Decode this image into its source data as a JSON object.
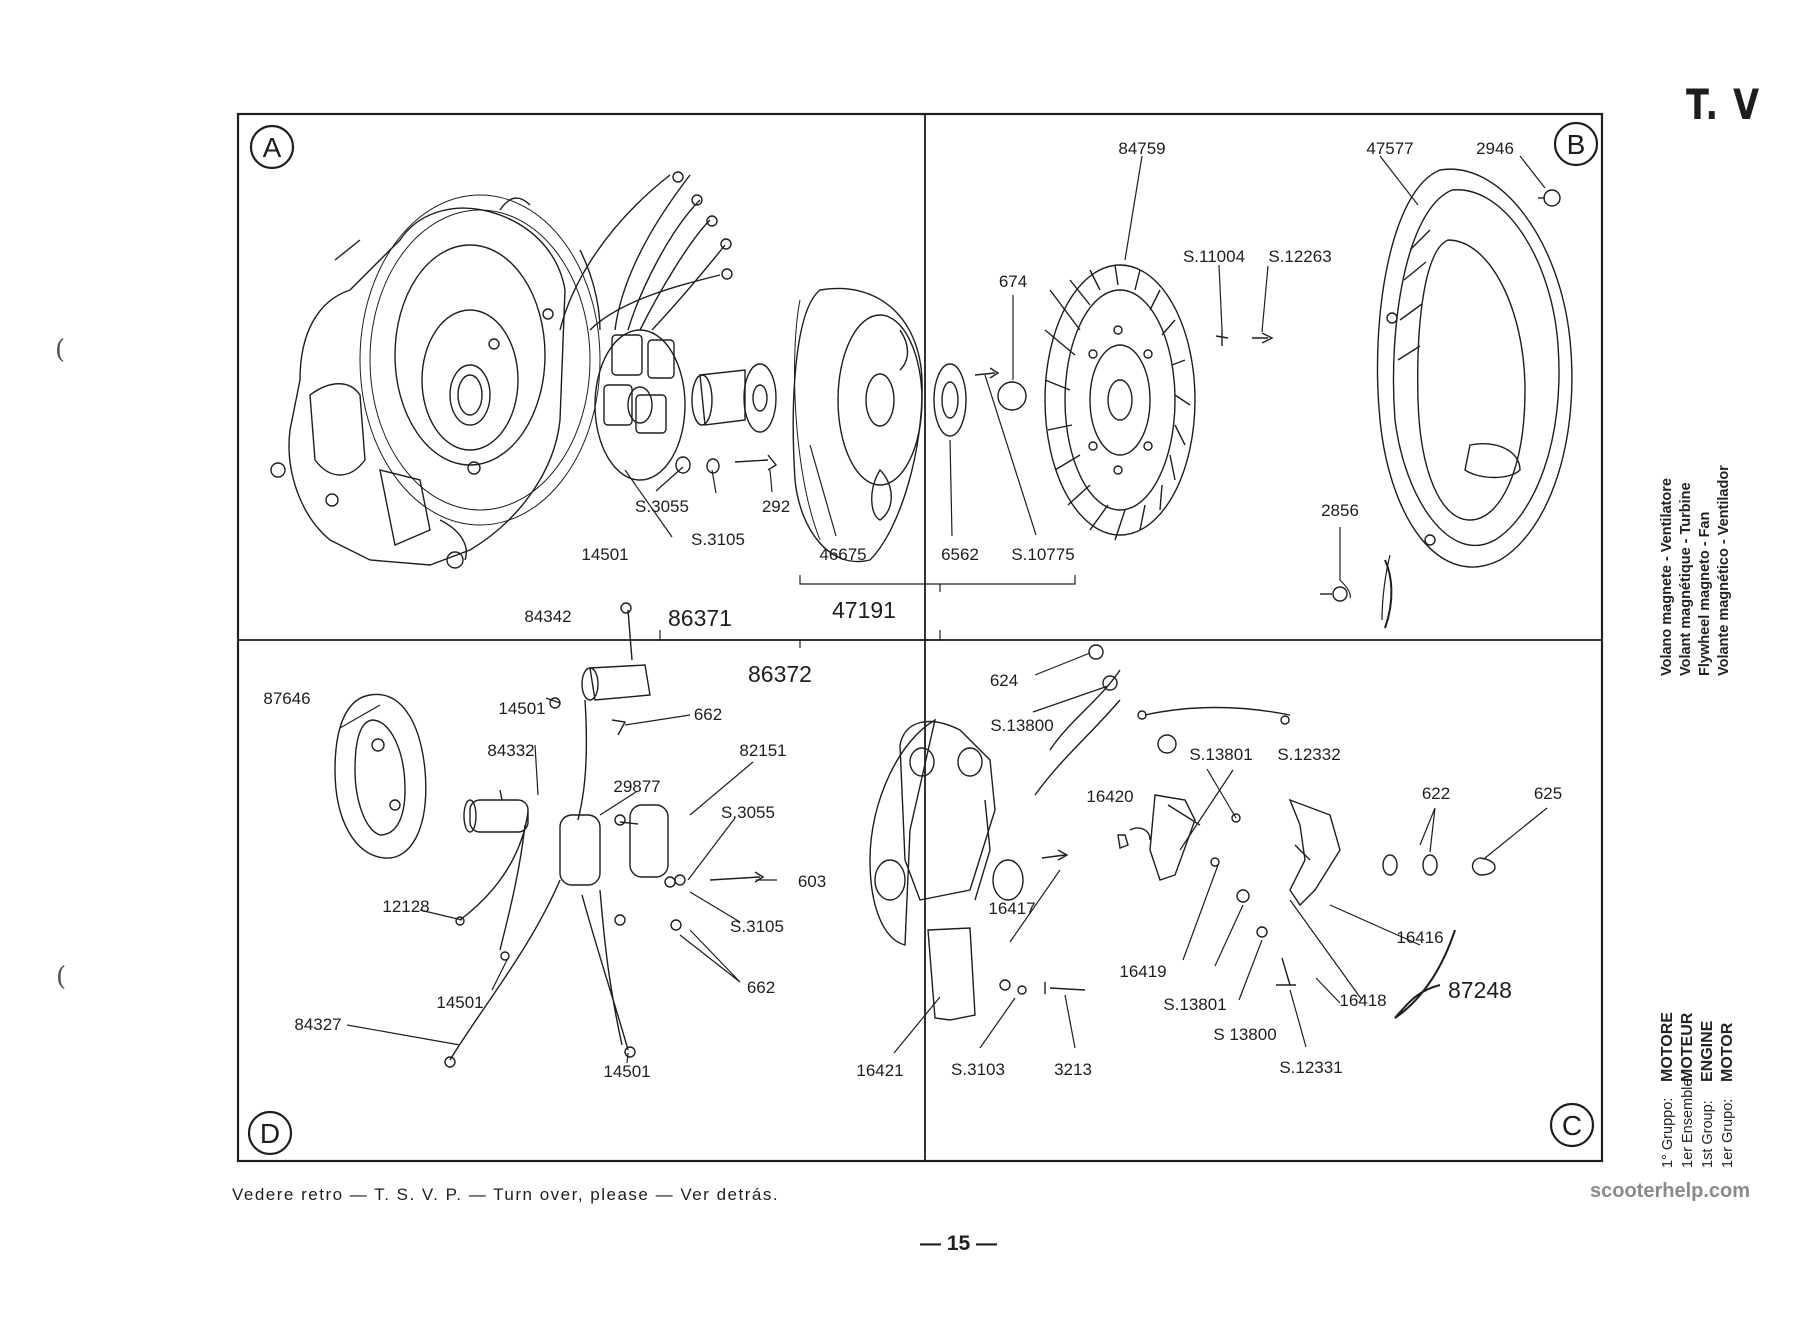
{
  "page": {
    "id": "T. V",
    "footer_note": "Vedere retro — T. S. V. P. — Turn over, please — Ver detrás.",
    "page_number": "— 15 —",
    "watermark": "scooterhelp.com"
  },
  "sidebar": {
    "title_lines": [
      "Volano magnete - Ventilatore",
      "Volant magnétique - Turbine",
      "Flywheel magneto - Fan",
      "Volante magnético - Ventilador"
    ],
    "group": [
      {
        "label": "1° Gruppo:",
        "value": "MOTORE"
      },
      {
        "label": "1er Ensemble:",
        "value": "MOTEUR"
      },
      {
        "label": "1st Group:",
        "value": "ENGINE"
      },
      {
        "label": "1er Grupo:",
        "value": "MOTOR"
      }
    ]
  },
  "quadrants": {
    "A": "A",
    "B": "B",
    "C": "C",
    "D": "D"
  },
  "labels": {
    "p84759": "84759",
    "p47577": "47577",
    "p2946": "2946",
    "pS11004": "S.11004",
    "pS12263": "S.12263",
    "p674": "674",
    "pS3055a": "S.3055",
    "pS3105a": "S.3105",
    "p292": "292",
    "p46675": "46675",
    "p6562": "6562",
    "pS10775": "S.10775",
    "p2856": "2856",
    "p14501a": "14501",
    "p86371": "86371",
    "p47191": "47191",
    "p84342": "84342",
    "p86372": "86372",
    "p87646": "87646",
    "p14501b": "14501",
    "p662a": "662",
    "p84332": "84332",
    "p82151": "82151",
    "p29877": "29877",
    "pS3055b": "S.3055",
    "p603": "603",
    "p12128": "12128",
    "pS3105b": "S.3105",
    "p662b": "662",
    "p14501c": "14501",
    "p84327": "84327",
    "p14501d": "14501",
    "p624": "624",
    "pS13800a": "S.13800",
    "pS13801a": "S.13801",
    "pS12332": "S.12332",
    "p16420": "16420",
    "p622": "622",
    "p625": "625",
    "p16417": "16417",
    "p16416": "16416",
    "p16419": "16419",
    "p16418": "16418",
    "p87248": "87248",
    "pS13801b": "S.13801",
    "pS13800b": "S 13800",
    "pS12331": "S.12331",
    "p16421": "16421",
    "pS3103": "S.3103",
    "p3213": "3213"
  }
}
